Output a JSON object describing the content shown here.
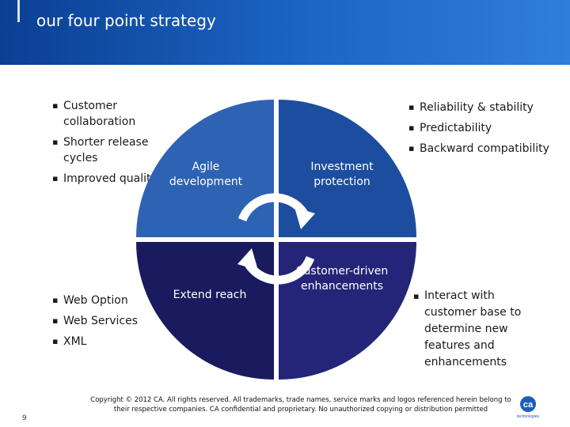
{
  "slide": {
    "title": "our four point strategy",
    "page_number": "9"
  },
  "left_top_bullets": [
    "Customer collaboration",
    "Shorter release cycles",
    "Improved quality"
  ],
  "left_bottom_bullets": [
    "Web Option",
    "Web Services",
    "XML"
  ],
  "right_top_bullets": [
    "Reliability & stability",
    "Predictability",
    "Backward compatibility"
  ],
  "right_bottom_bullets": [
    "Interact with customer base to determine new features and enhancements"
  ],
  "quadrants": {
    "top_left": {
      "label": "Agile development",
      "color": "#2e63b4"
    },
    "top_right": {
      "label": "Investment protection",
      "color": "#1d4d9e"
    },
    "bottom_left": {
      "label": "Extend reach",
      "color": "#1a1a5e"
    },
    "bottom_right": {
      "label": "Customer-driven enhancements",
      "color": "#242579"
    }
  },
  "footer": {
    "copyright": "Copyright © 2012 CA. All rights reserved. All trademarks, trade names, service marks and logos referenced herein belong to their respective companies. CA confidential and proprietary. No unauthorized copying or distribution permitted"
  },
  "logo": {
    "text": "ca",
    "subtext": "technologies"
  },
  "colors": {
    "header": "#1d66c4",
    "arrow": "#ffffff"
  }
}
